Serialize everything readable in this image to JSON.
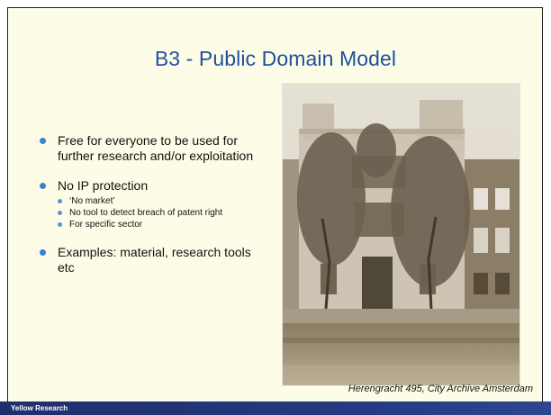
{
  "slide": {
    "title": "B3 - Public Domain Model",
    "bullets": [
      {
        "text": "Free for everyone to be used for further research and/or exploitation",
        "subitems": []
      },
      {
        "text": "No IP protection",
        "subitems": [
          "‘No market’",
          "No tool to detect breach of patent right",
          "For specific sector"
        ]
      },
      {
        "text": "Examples: material, research tools etc",
        "subitems": []
      }
    ],
    "caption": "Herengracht 495, City Archive Amsterdam"
  },
  "footer": {
    "label": "Yellow Research"
  },
  "colors": {
    "title": "#1f4f9d",
    "bullet": "#3e7fd3",
    "background": "#fdfde7",
    "footer": "#24397f"
  },
  "icons": {
    "bullet": "filled-circle"
  }
}
